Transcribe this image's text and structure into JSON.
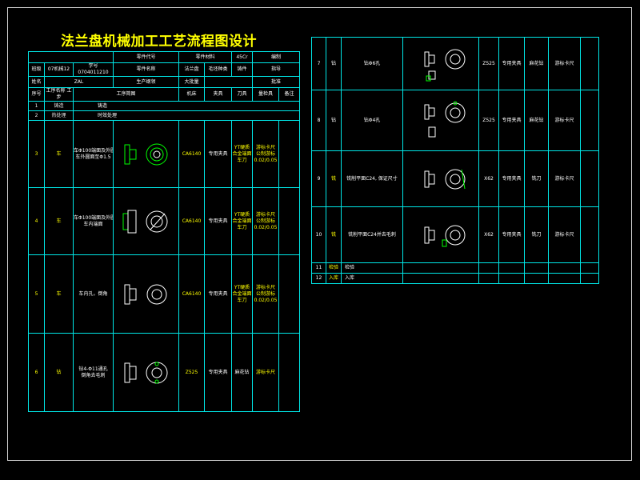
{
  "title": "法兰盘机械加工工艺流程图设计",
  "header": {
    "row1": [
      "",
      "",
      "",
      "",
      "零件代号",
      "零件材料",
      "45Cr",
      "编制"
    ],
    "row2": [
      "班级",
      "07机械12",
      "学号",
      "0704011210",
      "零件名称",
      "法兰盘",
      "毛坯种类",
      "铸件",
      "指导"
    ],
    "row3": [
      "姓名",
      "ZAL",
      "",
      "",
      "生产纲领",
      "大批量",
      "",
      "",
      "批准"
    ],
    "cols": [
      "序号",
      "工序名称\n工步",
      "工序简图",
      "",
      "机床",
      "夹具",
      "刀具",
      "量检具",
      "备注"
    ]
  },
  "left_rows": [
    {
      "no": "1",
      "name": "铸造",
      "content": "铸造"
    },
    {
      "no": "2",
      "name": "热处理",
      "content": "时效处理"
    },
    {
      "no": "3",
      "name": "车",
      "desc": "车Φ100端面及外圆\n车外圆面至Φ1.5",
      "machine": "CA6140",
      "fixture": "专用夹具",
      "tool": "YT硬质合金端面车刀",
      "gauge": "游标卡尺\n公制游标\n0.02/0.05"
    },
    {
      "no": "4",
      "name": "车",
      "desc": "车Φ100端面及外圆\n车内端面",
      "machine": "CA6140",
      "fixture": "专用夹具",
      "tool": "YT硬质合金端面车刀",
      "gauge": "游标卡尺\n公制游标\n0.02/0.05"
    },
    {
      "no": "5",
      "name": "车",
      "desc": "车内孔，倒角",
      "machine": "CA6140",
      "fixture": "专用夹具",
      "tool": "YT硬质合金端面车刀",
      "gauge": "游标卡尺\n公制游标\n0.02/0.05"
    },
    {
      "no": "6",
      "name": "钻",
      "desc": "钻4-Φ11通孔\n倒角去毛刺",
      "machine": "Z525",
      "fixture": "专用夹具",
      "tool": "麻花钻",
      "gauge": "游标卡尺"
    }
  ],
  "right_rows": [
    {
      "no": "7",
      "name": "钻",
      "desc": "钻Φ6孔",
      "machine": "Z525",
      "fixture": "专用夹具",
      "tool": "麻花钻",
      "gauge": "游标卡尺"
    },
    {
      "no": "8",
      "name": "钻",
      "desc": "钻Φ4孔",
      "machine": "Z525",
      "fixture": "专用夹具",
      "tool": "麻花钻",
      "gauge": "游标卡尺"
    },
    {
      "no": "9",
      "name": "铣",
      "desc": "铣削平面C24, 保证尺寸",
      "machine": "X62",
      "fixture": "专用夹具",
      "tool": "铣刀",
      "gauge": "游标卡尺"
    },
    {
      "no": "10",
      "name": "铣",
      "desc": "铣削平面C24并去毛刺",
      "machine": "X62",
      "fixture": "专用夹具",
      "tool": "铣刀",
      "gauge": "游标卡尺"
    },
    {
      "no": "11",
      "name": "检验",
      "desc": "检验"
    },
    {
      "no": "12",
      "name": "入库",
      "desc": "入库"
    }
  ]
}
